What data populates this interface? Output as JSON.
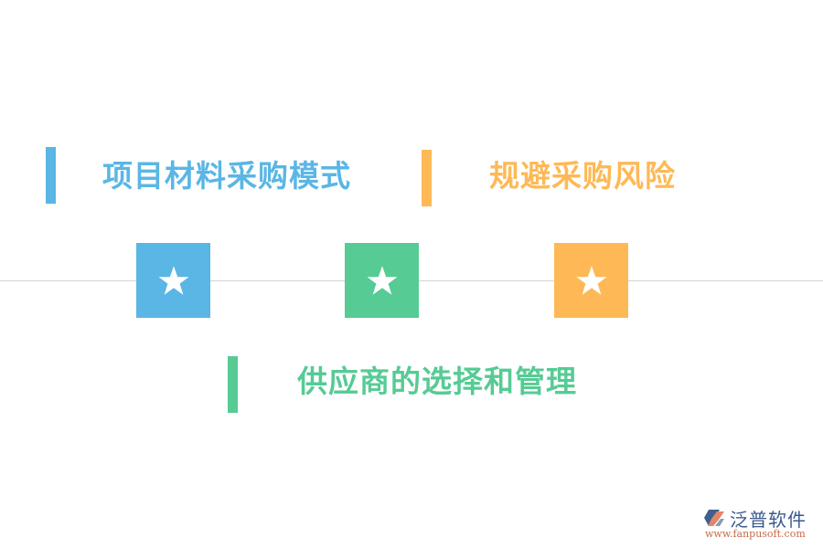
{
  "colors": {
    "blue": "#5ab6e5",
    "green": "#56cb94",
    "orange": "#feb956",
    "line": "#d4d4d4"
  },
  "items": [
    {
      "label": "项目材料采购模式",
      "color": "blue",
      "icon": "star-icon"
    },
    {
      "label": "供应商的选择和管理",
      "color": "green",
      "icon": "star-icon"
    },
    {
      "label": "规避采购风险",
      "color": "orange",
      "icon": "star-icon"
    }
  ],
  "logo": {
    "name": "泛普软件",
    "url": "www.fanpusoft.com"
  }
}
